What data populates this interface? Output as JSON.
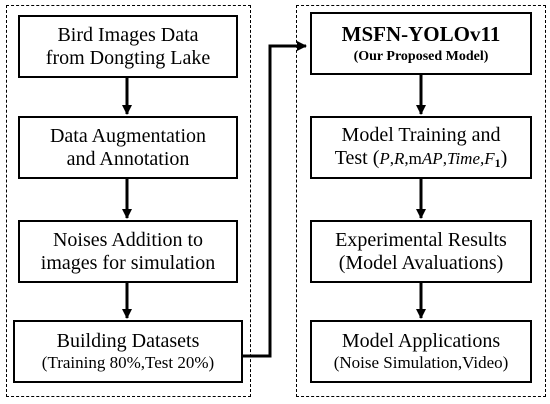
{
  "left_panel": {
    "box1": {
      "line1": "Bird Images Data",
      "line2": "from Dongting Lake"
    },
    "box2": {
      "line1": "Data Augmentation",
      "line2": "and Annotation"
    },
    "box3": {
      "line1": "Noises Addition to",
      "line2": "images for simulation"
    },
    "box4": {
      "line1": "Building Datasets",
      "line2": "(Training 80%,Test 20%)"
    }
  },
  "right_panel": {
    "box1": {
      "title": "MSFN-YOLOv11",
      "subtitle": "(Our Proposed Model)"
    },
    "box2": {
      "line1": "Model Training and",
      "line2_prefix": "Test (",
      "metric_p": "P",
      "sep1": ",",
      "metric_r": "R",
      "sep2": ",m",
      "metric_ap": "AP",
      "sep3": ",",
      "metric_time": "Time,",
      "metric_f": "F",
      "metric_f_sub": "1",
      "line2_suffix": ")"
    },
    "box3": {
      "line1": "Experimental Results",
      "line2": "(Model Avaluations)"
    },
    "box4": {
      "line1": "Model Applications",
      "line2": "(Noise Simulation,Video)"
    }
  }
}
